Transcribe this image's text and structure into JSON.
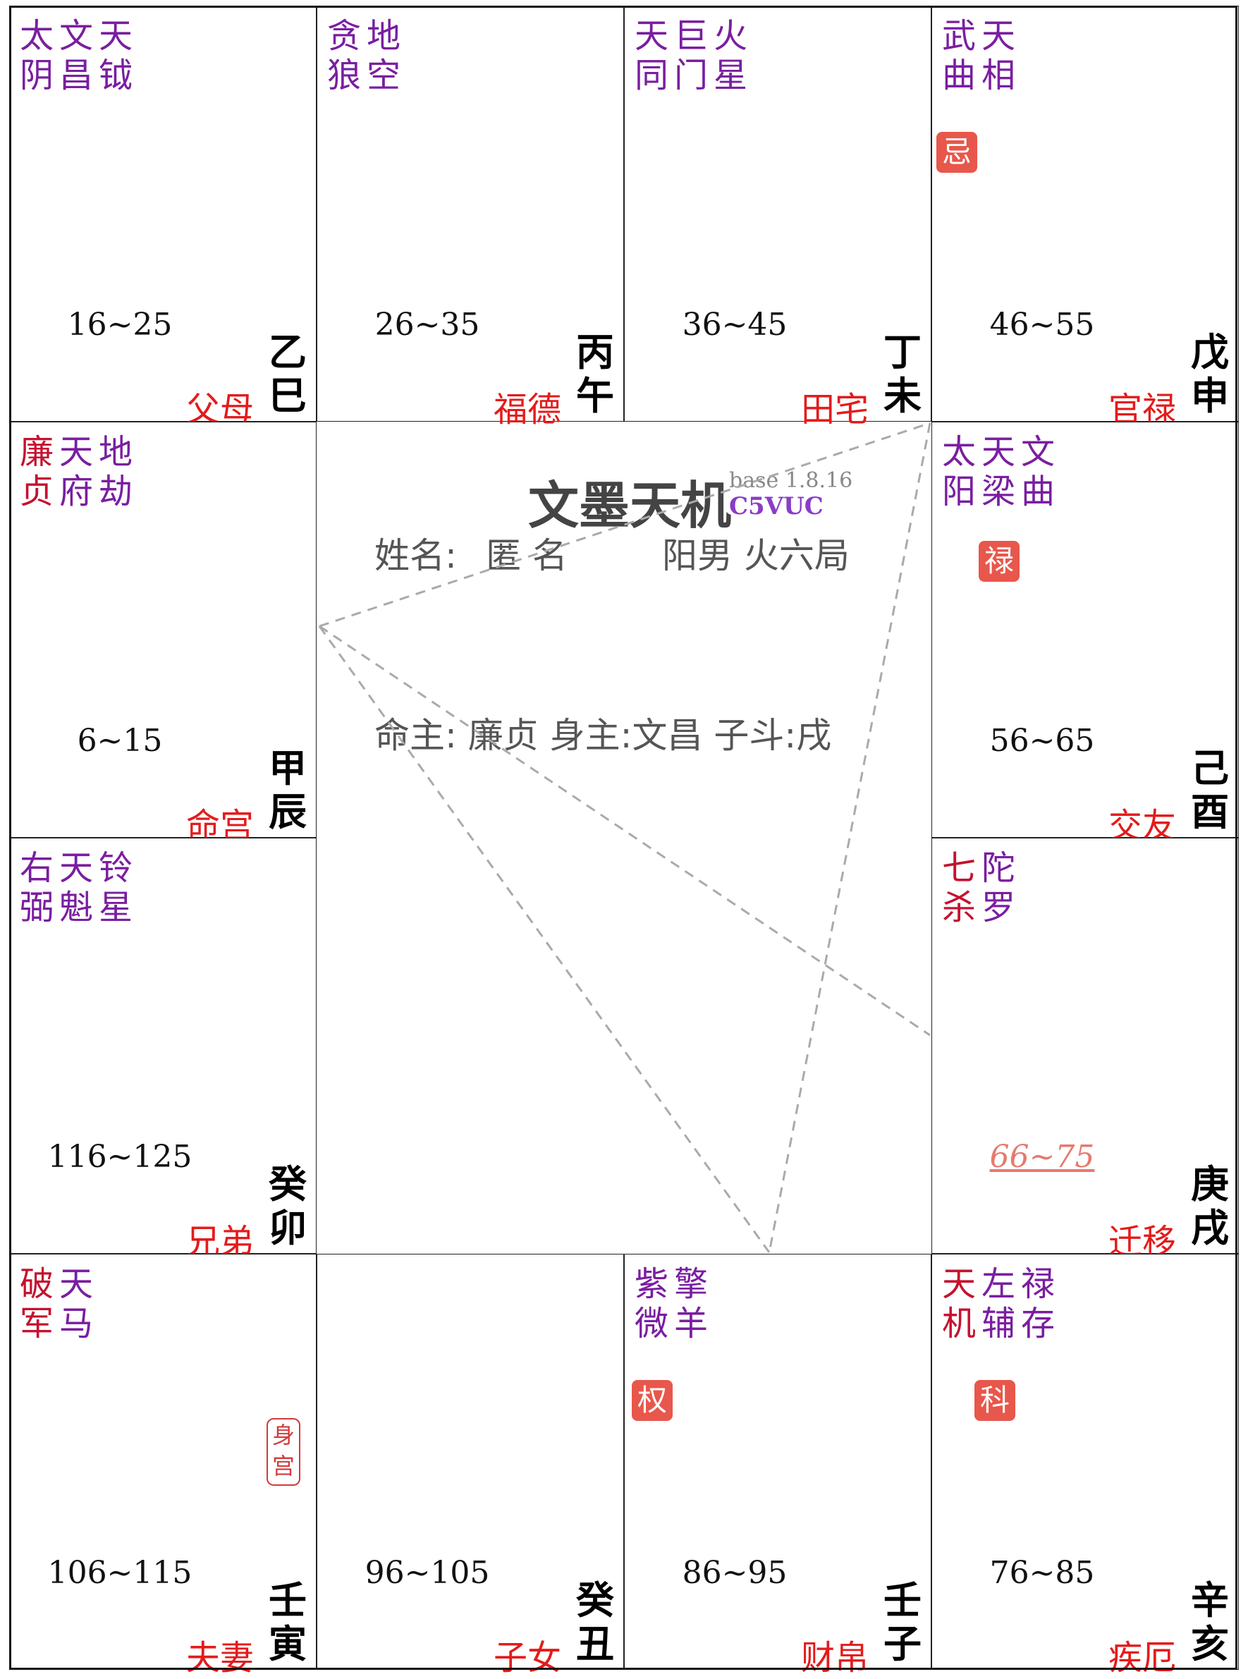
{
  "app": {
    "brand": "文墨天机",
    "version": "base 1.8.16",
    "code": "C5VUC"
  },
  "center": {
    "name_label": "姓名:",
    "name_value": "匿 名",
    "gender_ju": "阳男 火六局",
    "zhu_line": "命主: 廉贞 身主:文昌 子斗:戌"
  },
  "colors": {
    "star_red": "#c4122f",
    "star_purple": "#7a1ea0",
    "palace_red": "#e41b1b",
    "hua_bg": "#e8574b",
    "line_gray": "#aaaaaa"
  },
  "cells": {
    "si": {
      "stars": [
        {
          "t": "太\n阴",
          "c": "purple"
        },
        {
          "t": "文\n昌",
          "c": "purple"
        },
        {
          "t": "天\n钺",
          "c": "purple"
        }
      ],
      "age": "16~25",
      "gz": "乙\n巳",
      "palace": "父母"
    },
    "wu": {
      "stars": [
        {
          "t": "贪\n狼",
          "c": "purple"
        },
        {
          "t": "地\n空",
          "c": "purple"
        }
      ],
      "age": "26~35",
      "gz": "丙\n午",
      "palace": "福德"
    },
    "wei": {
      "stars": [
        {
          "t": "天\n同",
          "c": "purple"
        },
        {
          "t": "巨\n门",
          "c": "purple"
        },
        {
          "t": "火\n星",
          "c": "purple"
        }
      ],
      "age": "36~45",
      "gz": "丁\n未",
      "palace": "田宅"
    },
    "shen": {
      "stars": [
        {
          "t": "武\n曲",
          "c": "purple"
        },
        {
          "t": "天\n相",
          "c": "purple"
        }
      ],
      "hua": "忌",
      "age": "46~55",
      "gz": "戊\n申",
      "palace": "官禄"
    },
    "chen": {
      "stars": [
        {
          "t": "廉\n贞",
          "c": "red"
        },
        {
          "t": "天\n府",
          "c": "purple"
        },
        {
          "t": "地\n劫",
          "c": "purple"
        }
      ],
      "age": "6~15",
      "gz": "甲\n辰",
      "palace": "命宫"
    },
    "you": {
      "stars": [
        {
          "t": "太\n阳",
          "c": "purple"
        },
        {
          "t": "天\n梁",
          "c": "purple"
        },
        {
          "t": "文\n曲",
          "c": "purple"
        }
      ],
      "hua": "禄",
      "age": "56~65",
      "gz": "己\n酉",
      "palace": "交友"
    },
    "mao": {
      "stars": [
        {
          "t": "右\n弼",
          "c": "purple"
        },
        {
          "t": "天\n魁",
          "c": "purple"
        },
        {
          "t": "铃\n星",
          "c": "purple"
        }
      ],
      "age": "116~125",
      "gz": "癸\n卯",
      "palace": "兄弟"
    },
    "xu": {
      "stars": [
        {
          "t": "七\n杀",
          "c": "red"
        },
        {
          "t": "陀\n罗",
          "c": "purple"
        }
      ],
      "age": "66~75",
      "gz": "庚\n戌",
      "palace": "迁移"
    },
    "yin": {
      "stars": [
        {
          "t": "破\n军",
          "c": "red"
        },
        {
          "t": "天\n马",
          "c": "purple"
        }
      ],
      "shengong": "身\n宫",
      "age": "106~115",
      "gz": "壬\n寅",
      "palace": "夫妻"
    },
    "chou": {
      "stars": [],
      "age": "96~105",
      "gz": "癸\n丑",
      "palace": "子女"
    },
    "zi": {
      "stars": [
        {
          "t": "紫\n微",
          "c": "purple"
        },
        {
          "t": "擎\n羊",
          "c": "purple"
        }
      ],
      "hua": "权",
      "age": "86~95",
      "gz": "壬\n子",
      "palace": "财帛"
    },
    "hai": {
      "stars": [
        {
          "t": "天\n机",
          "c": "red"
        },
        {
          "t": "左\n辅",
          "c": "purple"
        },
        {
          "t": "禄\n存",
          "c": "purple"
        }
      ],
      "hua": "科",
      "age": "76~85",
      "gz": "辛\n亥",
      "palace": "疾厄"
    }
  }
}
